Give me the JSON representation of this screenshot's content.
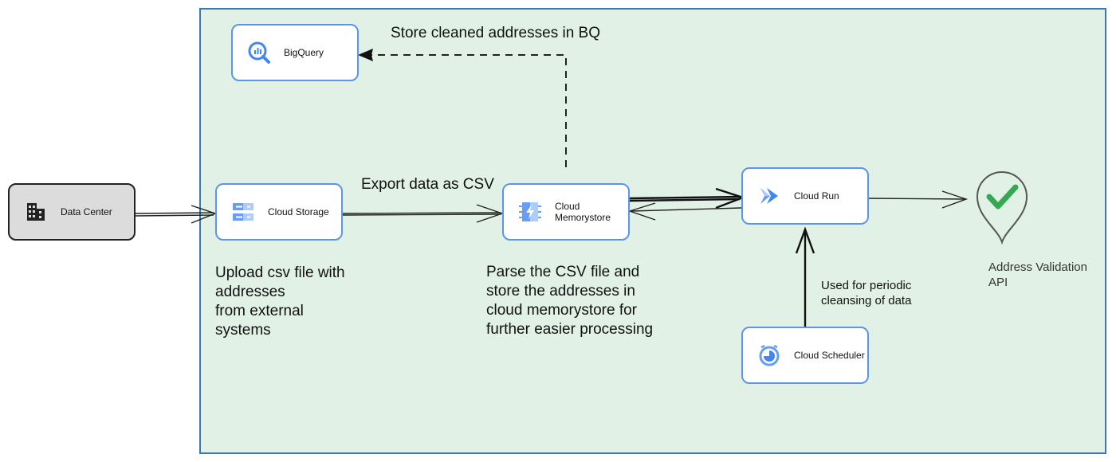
{
  "nodes": {
    "data_center": {
      "label": "Data Center",
      "icon": "building-icon"
    },
    "bigquery": {
      "label": "BigQuery",
      "icon": "bigquery-icon"
    },
    "cloud_storage": {
      "label": "Cloud Storage",
      "icon": "cloud-storage-icon"
    },
    "memorystore": {
      "label": "Cloud\nMemorystore",
      "icon": "memorystore-icon"
    },
    "cloud_run": {
      "label": "Cloud Run",
      "icon": "cloud-run-icon"
    },
    "scheduler": {
      "label": "Cloud Scheduler",
      "icon": "cloud-scheduler-icon"
    },
    "address_api": {
      "label": "Address Validation\nAPI",
      "icon": "map-pin-check-icon"
    }
  },
  "edge_labels": {
    "store_bq": "Store cleaned addresses in BQ",
    "export_csv": "Export data as CSV",
    "periodic": "Used for periodic\ncleansing of data"
  },
  "notes": {
    "upload": "Upload csv file with\naddresses\nfrom external\nsystems",
    "parse": "Parse the CSV file and\nstore the addresses in\ncloud  memorystore for\nfurther easier processing"
  },
  "colors": {
    "region_fill": "#e1f1e6",
    "region_border": "#3b79b0",
    "node_border": "#5b95e8",
    "gcp_blue": "#4285f4",
    "check_green": "#34a853"
  }
}
